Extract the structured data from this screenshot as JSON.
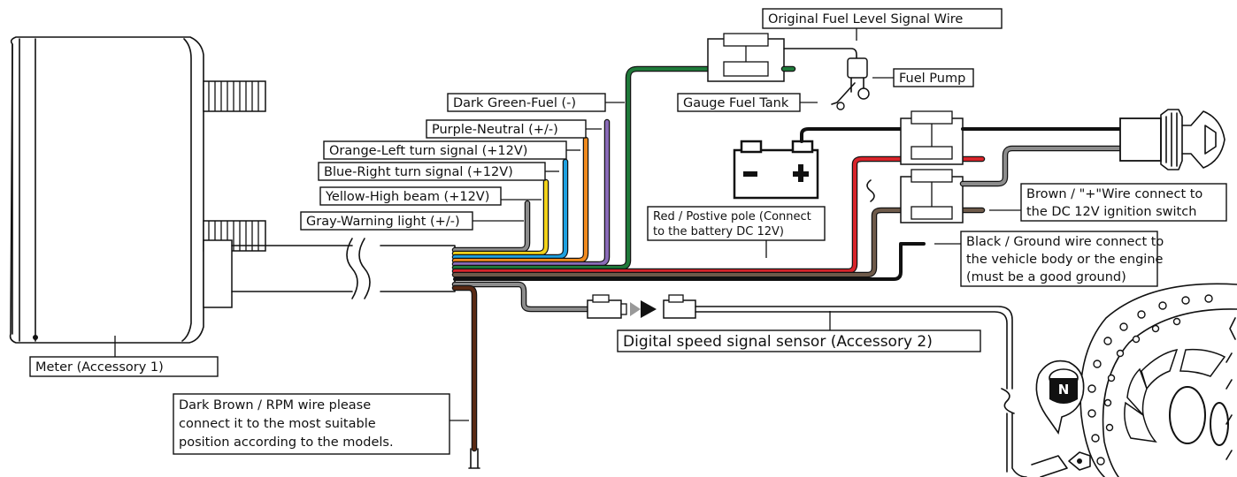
{
  "labels": {
    "meter": "Meter (Accessory 1)",
    "fuel_signal": "Original Fuel Level Signal Wire",
    "fuel_pump": "Fuel Pump",
    "gauge_tank": "Gauge Fuel Tank",
    "dark_green": "Dark Green-Fuel (-)",
    "purple": "Purple-Neutral (+/-)",
    "orange": "Orange-Left turn signal (+12V)",
    "blue": "Blue-Right turn signal (+12V)",
    "yellow": "Yellow-High beam (+12V)",
    "gray": "Gray-Warning light (+/-)",
    "red": [
      "Red / Postive pole (Connect",
      "to the battery DC 12V)"
    ],
    "brown_ign": [
      "Brown / \"+\"Wire  connect to",
      "the DC 12V  ignition switch"
    ],
    "black_gnd": [
      "Black / Ground wire connect to",
      "the vehicle body or the engine",
      "(must be a good ground)"
    ],
    "rpm": [
      "Dark Brown / RPM wire  please",
      "connect it to the most suitable",
      "position according to the models."
    ],
    "speed_sensor": "Digital speed signal sensor (Accessory 2)",
    "neutral_mark": "N"
  },
  "colors": {
    "gray": "#8c8c8c",
    "yellow": "#f2d21b",
    "blue": "#1ea0e0",
    "orange": "#f08a1e",
    "purple": "#8a6bb8",
    "dark_green": "#1f7a3a",
    "red": "#d8242a",
    "brown": "#6e5a4a",
    "dark_brown": "#5a2a14",
    "black": "#111111"
  },
  "icons": [
    "battery-icon",
    "ignition-key-icon",
    "fuel-pump-icon",
    "brake-disc-icon",
    "magnet-sensor-icon",
    "connector-icon",
    "arrow-right-icon"
  ]
}
